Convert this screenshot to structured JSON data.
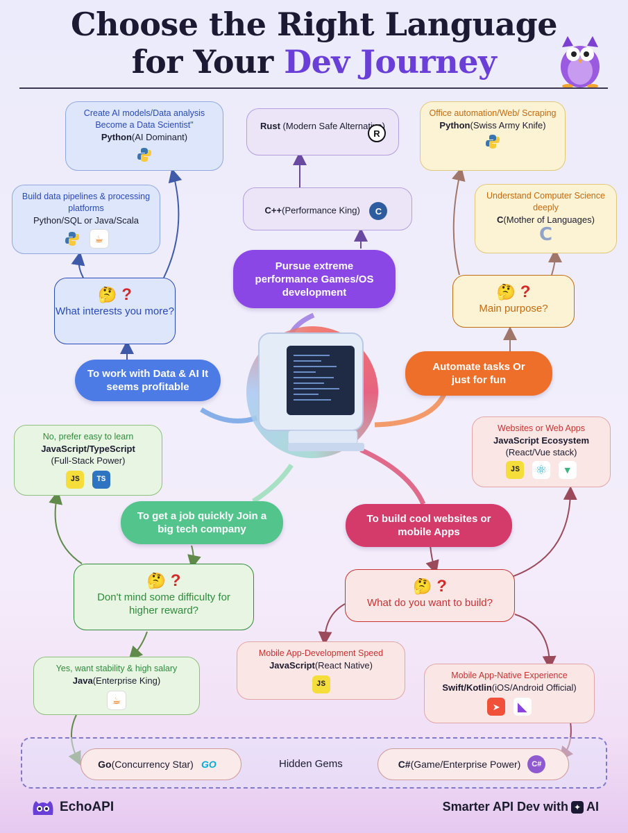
{
  "header": {
    "title_line1": "Choose the Right Language",
    "title_line2_plain": "for Your ",
    "title_line2_accent": "Dev Journey"
  },
  "center": {
    "data_ai": "To work with Data & AI It seems profitable",
    "performance": "Pursue extreme performance Games/OS development",
    "automate": "Automate tasks Or just for fun",
    "job": "To get a job quickly Join a big tech company",
    "web": "To build cool websites or mobile Apps"
  },
  "questions": {
    "interests": "What interests you more?",
    "purpose": "Main purpose?",
    "difficulty": "Don't mind some difficulty for higher reward?",
    "build": "What do you want to build?"
  },
  "boxes": {
    "ai_models": {
      "sub": "Create AI models/Data analysis Become a Data  Scientist\"",
      "lang": "Python",
      "desc": "(AI Dominant)"
    },
    "pipelines": {
      "sub": "Build data pipelines & processing platforms",
      "desc": "Python/SQL or Java/Scala"
    },
    "rust": {
      "lang": "Rust",
      "desc": " (Modern Safe Alternative)"
    },
    "cpp": {
      "lang": "C++",
      "desc": "(Performance King)"
    },
    "office": {
      "sub": "Office automation/Web/ Scraping",
      "lang": "Python",
      "desc": "(Swiss Army Knife)"
    },
    "cs": {
      "sub": "Understand Computer Science deeply",
      "lang": "C",
      "desc": "(Mother of Languages)"
    },
    "easy": {
      "sub": "No, prefer easy to learn",
      "lang": "JavaScript/TypeScript",
      "desc": "(Full-Stack Power)"
    },
    "websites": {
      "sub": "Websites or Web Apps",
      "lang": "JavaScript Ecosystem",
      "desc": "(React/Vue stack)"
    },
    "stable": {
      "sub": "Yes, want stability & high salary",
      "lang": "Java",
      "desc": "(Enterprise King)"
    },
    "mobile_speed": {
      "sub": "Mobile App-Development Speed",
      "lang": "JavaScript",
      "desc": "(React Native)"
    },
    "mobile_native": {
      "sub": "Mobile App-Native Experience",
      "lang": "Swift/Kotlin",
      "desc": "(iOS/Android Official)"
    }
  },
  "gems": {
    "label": "Hidden Gems",
    "go_lang": "Go",
    "go_desc": "(Concurrency Star)",
    "cs_lang": "C#",
    "cs_desc": "(Game/Enterprise Power)"
  },
  "icons": {
    "js": "JS",
    "ts": "TS",
    "go": "GO",
    "csharp": "C#",
    "c": "C",
    "cpp": "C",
    "rust": "R"
  },
  "footer": {
    "brand": "EchoAPI",
    "tagline_prefix": "Smarter API Dev with",
    "tagline_suffix": "AI"
  },
  "colors": {
    "accent": "#6a3fd8",
    "blue_pill": "#4d7be6",
    "purple_pill": "#8b47e6",
    "orange_pill": "#ee6f2a",
    "green_pill": "#52c48c",
    "pink_pill": "#d43a6a"
  }
}
